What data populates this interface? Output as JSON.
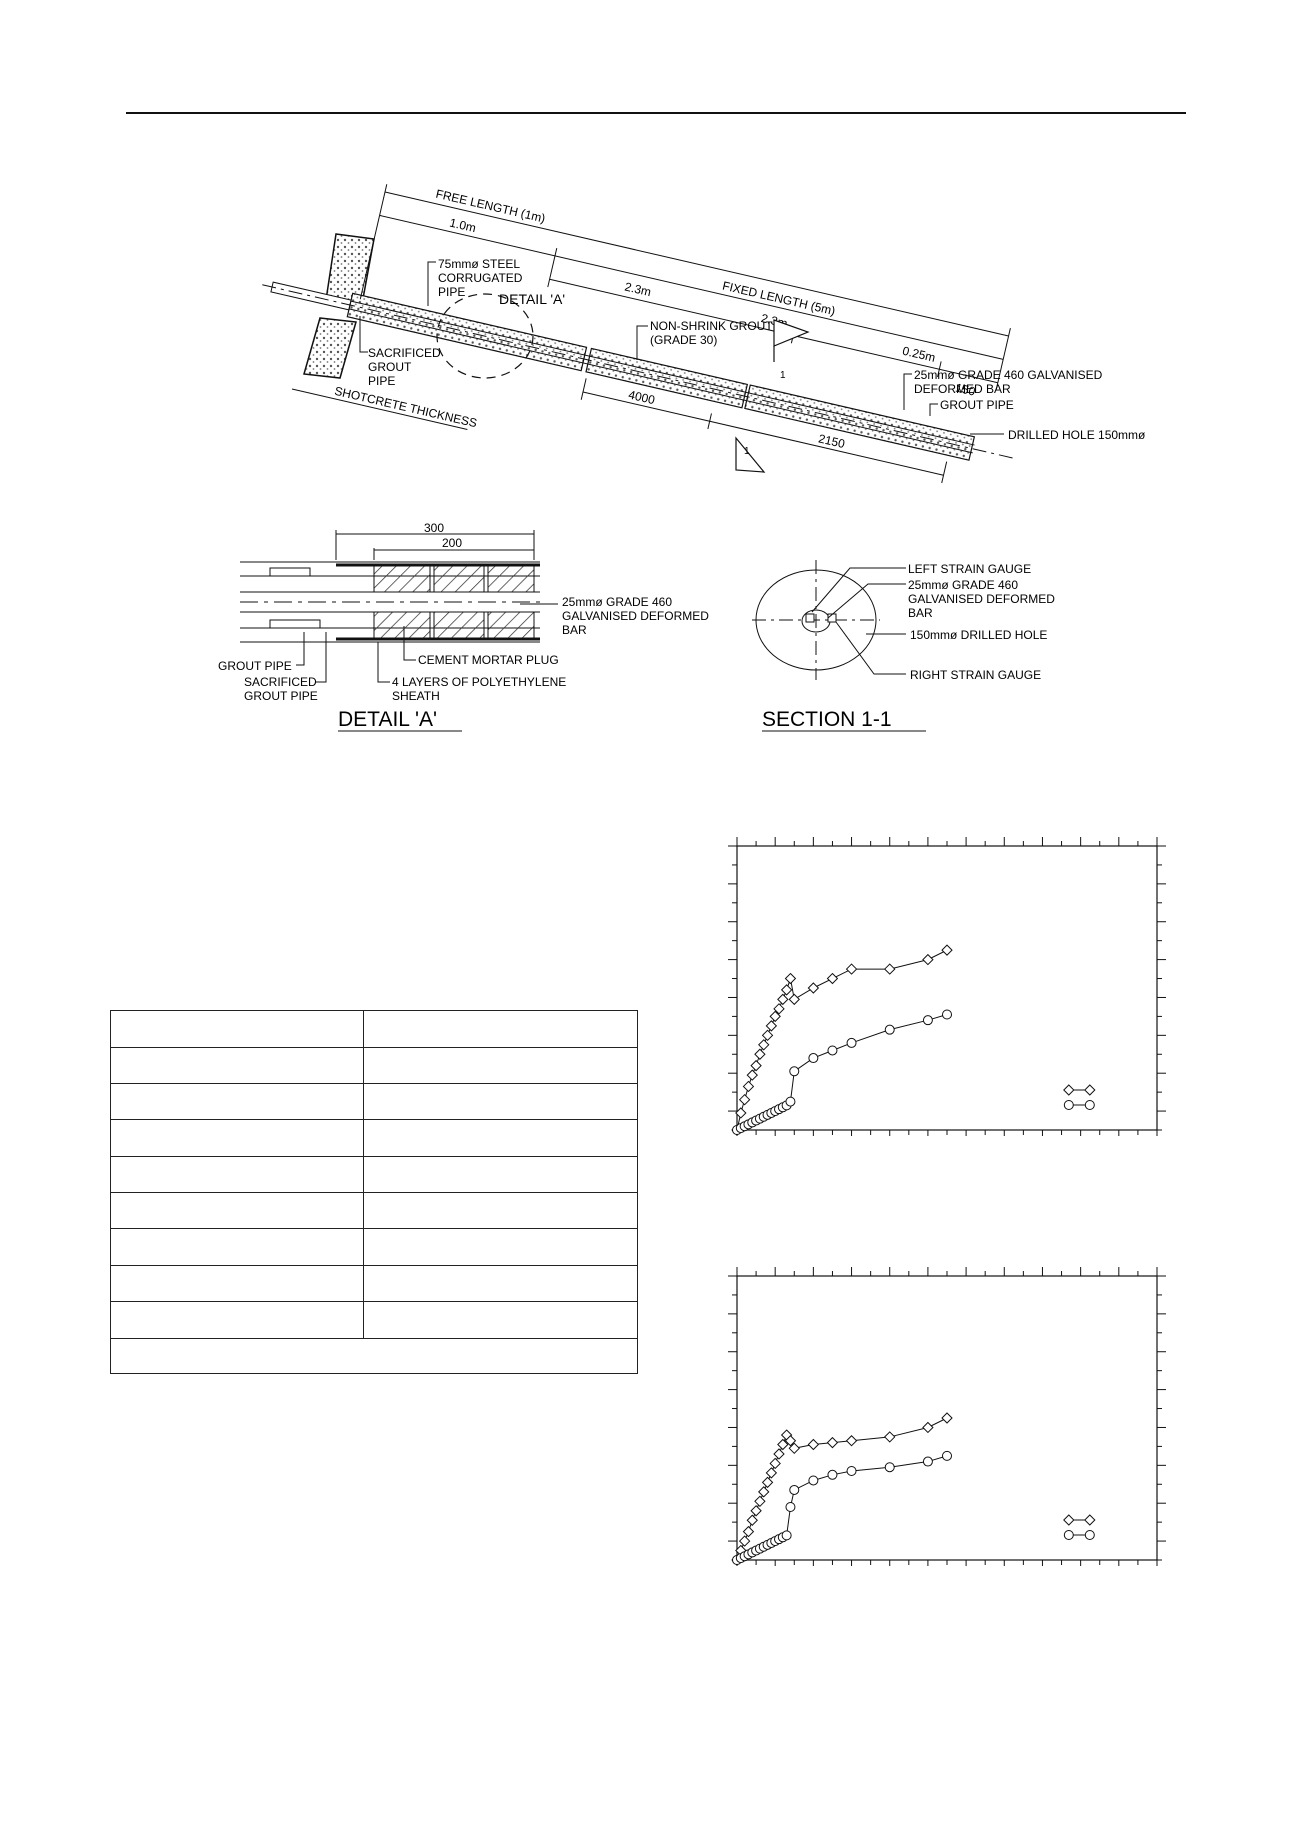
{
  "colors": {
    "ink": "#111111",
    "hatch": "#333333",
    "grout": "#888888"
  },
  "figure_anchor": {
    "labels": {
      "free_length": "FREE LENGTH (1m)",
      "free_dim": "1.0m",
      "fixed_length": "FIXED LENGTH (5m)",
      "dim_2_3_a": "2.3m",
      "dim_2_3_b": "2.3m",
      "dim_0_25": "0.25m",
      "dim_150": "150",
      "dim_4000": "4000",
      "dim_2150": "2150",
      "steel_pipe": [
        "75mmø STEEL",
        "CORRUGATED",
        "PIPE"
      ],
      "detail_a_callout": "DETAIL 'A'",
      "non_shrink": [
        "NON-SHRINK GROUT",
        "(GRADE 30)"
      ],
      "sacrificed": [
        "SACRIFICED",
        "GROUT",
        "PIPE"
      ],
      "shotcrete": "SHOTCRETE THICKNESS",
      "bar": [
        "25mmø GRADE 460 GALVANISED",
        "DEFORMED BAR"
      ],
      "grout_pipe": "GROUT PIPE",
      "drilled_hole": "DRILLED HOLE 150mmø",
      "section_marker": "1"
    }
  },
  "figure_detail": {
    "title": "DETAIL 'A'",
    "dim_300": "300",
    "dim_200": "200",
    "bar": [
      "25mmø GRADE 460",
      "GALVANISED DEFORMED",
      "BAR"
    ],
    "grout_pipe": "GROUT PIPE",
    "cement_plug": "CEMENT MORTAR PLUG",
    "sacrificed": [
      "SACRIFICED",
      "GROUT PIPE"
    ],
    "sheath": [
      "4 LAYERS OF POLYETHYLENE",
      "SHEATH"
    ]
  },
  "figure_section": {
    "title": "SECTION 1-1",
    "left_gauge": "LEFT STRAIN GAUGE",
    "bar": [
      "25mmø GRADE 460",
      "GALVANISED DEFORMED",
      "BAR"
    ],
    "hole": "150mmø DRILLED HOLE",
    "right_gauge": "RIGHT STRAIN GAUGE"
  },
  "table": {
    "rows": 9
  },
  "chart_data": [
    {
      "type": "scatter",
      "series": [
        {
          "marker": "diamond",
          "x": [
            0,
            1,
            2,
            3,
            4,
            5,
            6,
            7,
            8,
            9,
            10,
            11,
            12,
            13,
            14,
            15,
            20,
            25,
            30,
            40,
            50,
            55
          ],
          "y": [
            0,
            0.9,
            1.6,
            2.3,
            2.9,
            3.4,
            4.0,
            4.5,
            5.0,
            5.5,
            6.0,
            6.4,
            6.9,
            7.4,
            8.0,
            6.9,
            7.5,
            8.0,
            8.5,
            8.5,
            9.0,
            9.5
          ]
        },
        {
          "marker": "circle",
          "x": [
            0,
            1,
            2,
            3,
            4,
            5,
            6,
            7,
            8,
            9,
            10,
            11,
            12,
            13,
            14,
            15,
            20,
            25,
            30,
            40,
            50,
            55
          ],
          "y": [
            0,
            0.1,
            0.2,
            0.3,
            0.4,
            0.5,
            0.6,
            0.7,
            0.8,
            0.9,
            1.0,
            1.1,
            1.2,
            1.3,
            1.5,
            3.1,
            3.8,
            4.2,
            4.6,
            5.3,
            5.8,
            6.1
          ]
        }
      ],
      "legend": {
        "position": "bottom-right",
        "markers": [
          "diamond",
          "circle"
        ]
      },
      "xlim": [
        0,
        110
      ],
      "ylim": [
        0,
        15
      ]
    },
    {
      "type": "scatter",
      "series": [
        {
          "marker": "diamond",
          "x": [
            0,
            1,
            2,
            3,
            4,
            5,
            6,
            7,
            8,
            9,
            10,
            11,
            12,
            13,
            14,
            15,
            20,
            25,
            30,
            40,
            50,
            55
          ],
          "y": [
            0,
            0.5,
            1.0,
            1.5,
            2.1,
            2.6,
            3.1,
            3.6,
            4.1,
            4.6,
            5.1,
            5.6,
            6.1,
            6.6,
            6.3,
            5.9,
            6.1,
            6.2,
            6.3,
            6.5,
            7.0,
            7.5
          ]
        },
        {
          "marker": "circle",
          "x": [
            0,
            1,
            2,
            3,
            4,
            5,
            6,
            7,
            8,
            9,
            10,
            11,
            12,
            13,
            14,
            15,
            20,
            25,
            30,
            40,
            50,
            55
          ],
          "y": [
            0,
            0.1,
            0.2,
            0.3,
            0.4,
            0.5,
            0.6,
            0.7,
            0.8,
            0.9,
            1.0,
            1.1,
            1.2,
            1.3,
            2.8,
            3.7,
            4.2,
            4.5,
            4.7,
            4.9,
            5.2,
            5.5
          ]
        }
      ],
      "legend": {
        "position": "bottom-right",
        "markers": [
          "diamond",
          "circle"
        ]
      },
      "xlim": [
        0,
        110
      ],
      "ylim": [
        0,
        15
      ]
    }
  ]
}
